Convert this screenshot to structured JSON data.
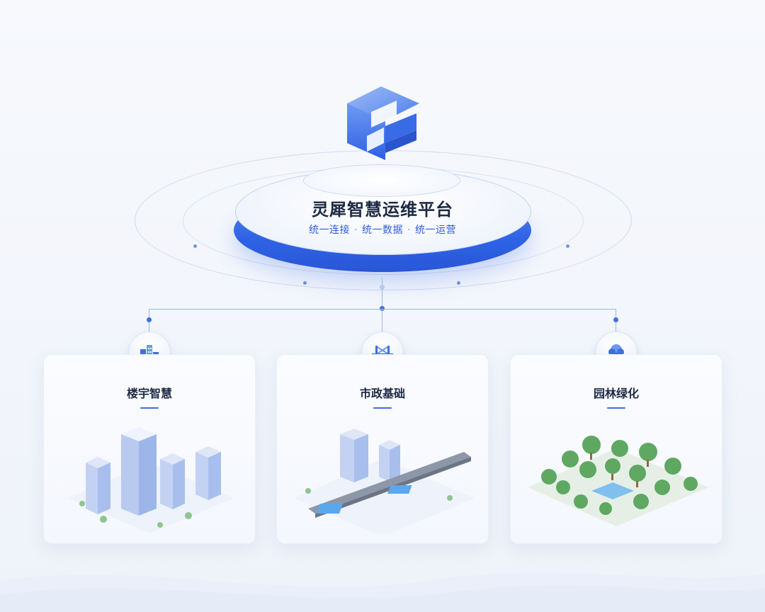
{
  "platform": {
    "title": "灵犀智慧运维平台",
    "subtitle_parts": [
      "统一连接",
      "统一数据",
      "统一运营"
    ],
    "separator": "·",
    "logo_icon": "brand-logo-icon"
  },
  "colors": {
    "accent": "#2f63e6",
    "title_text": "#1d2a44",
    "subtitle_text": "#2f5fd8",
    "connector": "#9db7e6"
  },
  "modules": [
    {
      "title": "楼宇智慧",
      "icon": "buildings-icon",
      "illustration": "city-buildings-illustration"
    },
    {
      "title": "市政基础",
      "icon": "bridge-icon",
      "illustration": "road-bridge-illustration"
    },
    {
      "title": "园林绿化",
      "icon": "tree-icon",
      "illustration": "park-trees-illustration"
    }
  ]
}
